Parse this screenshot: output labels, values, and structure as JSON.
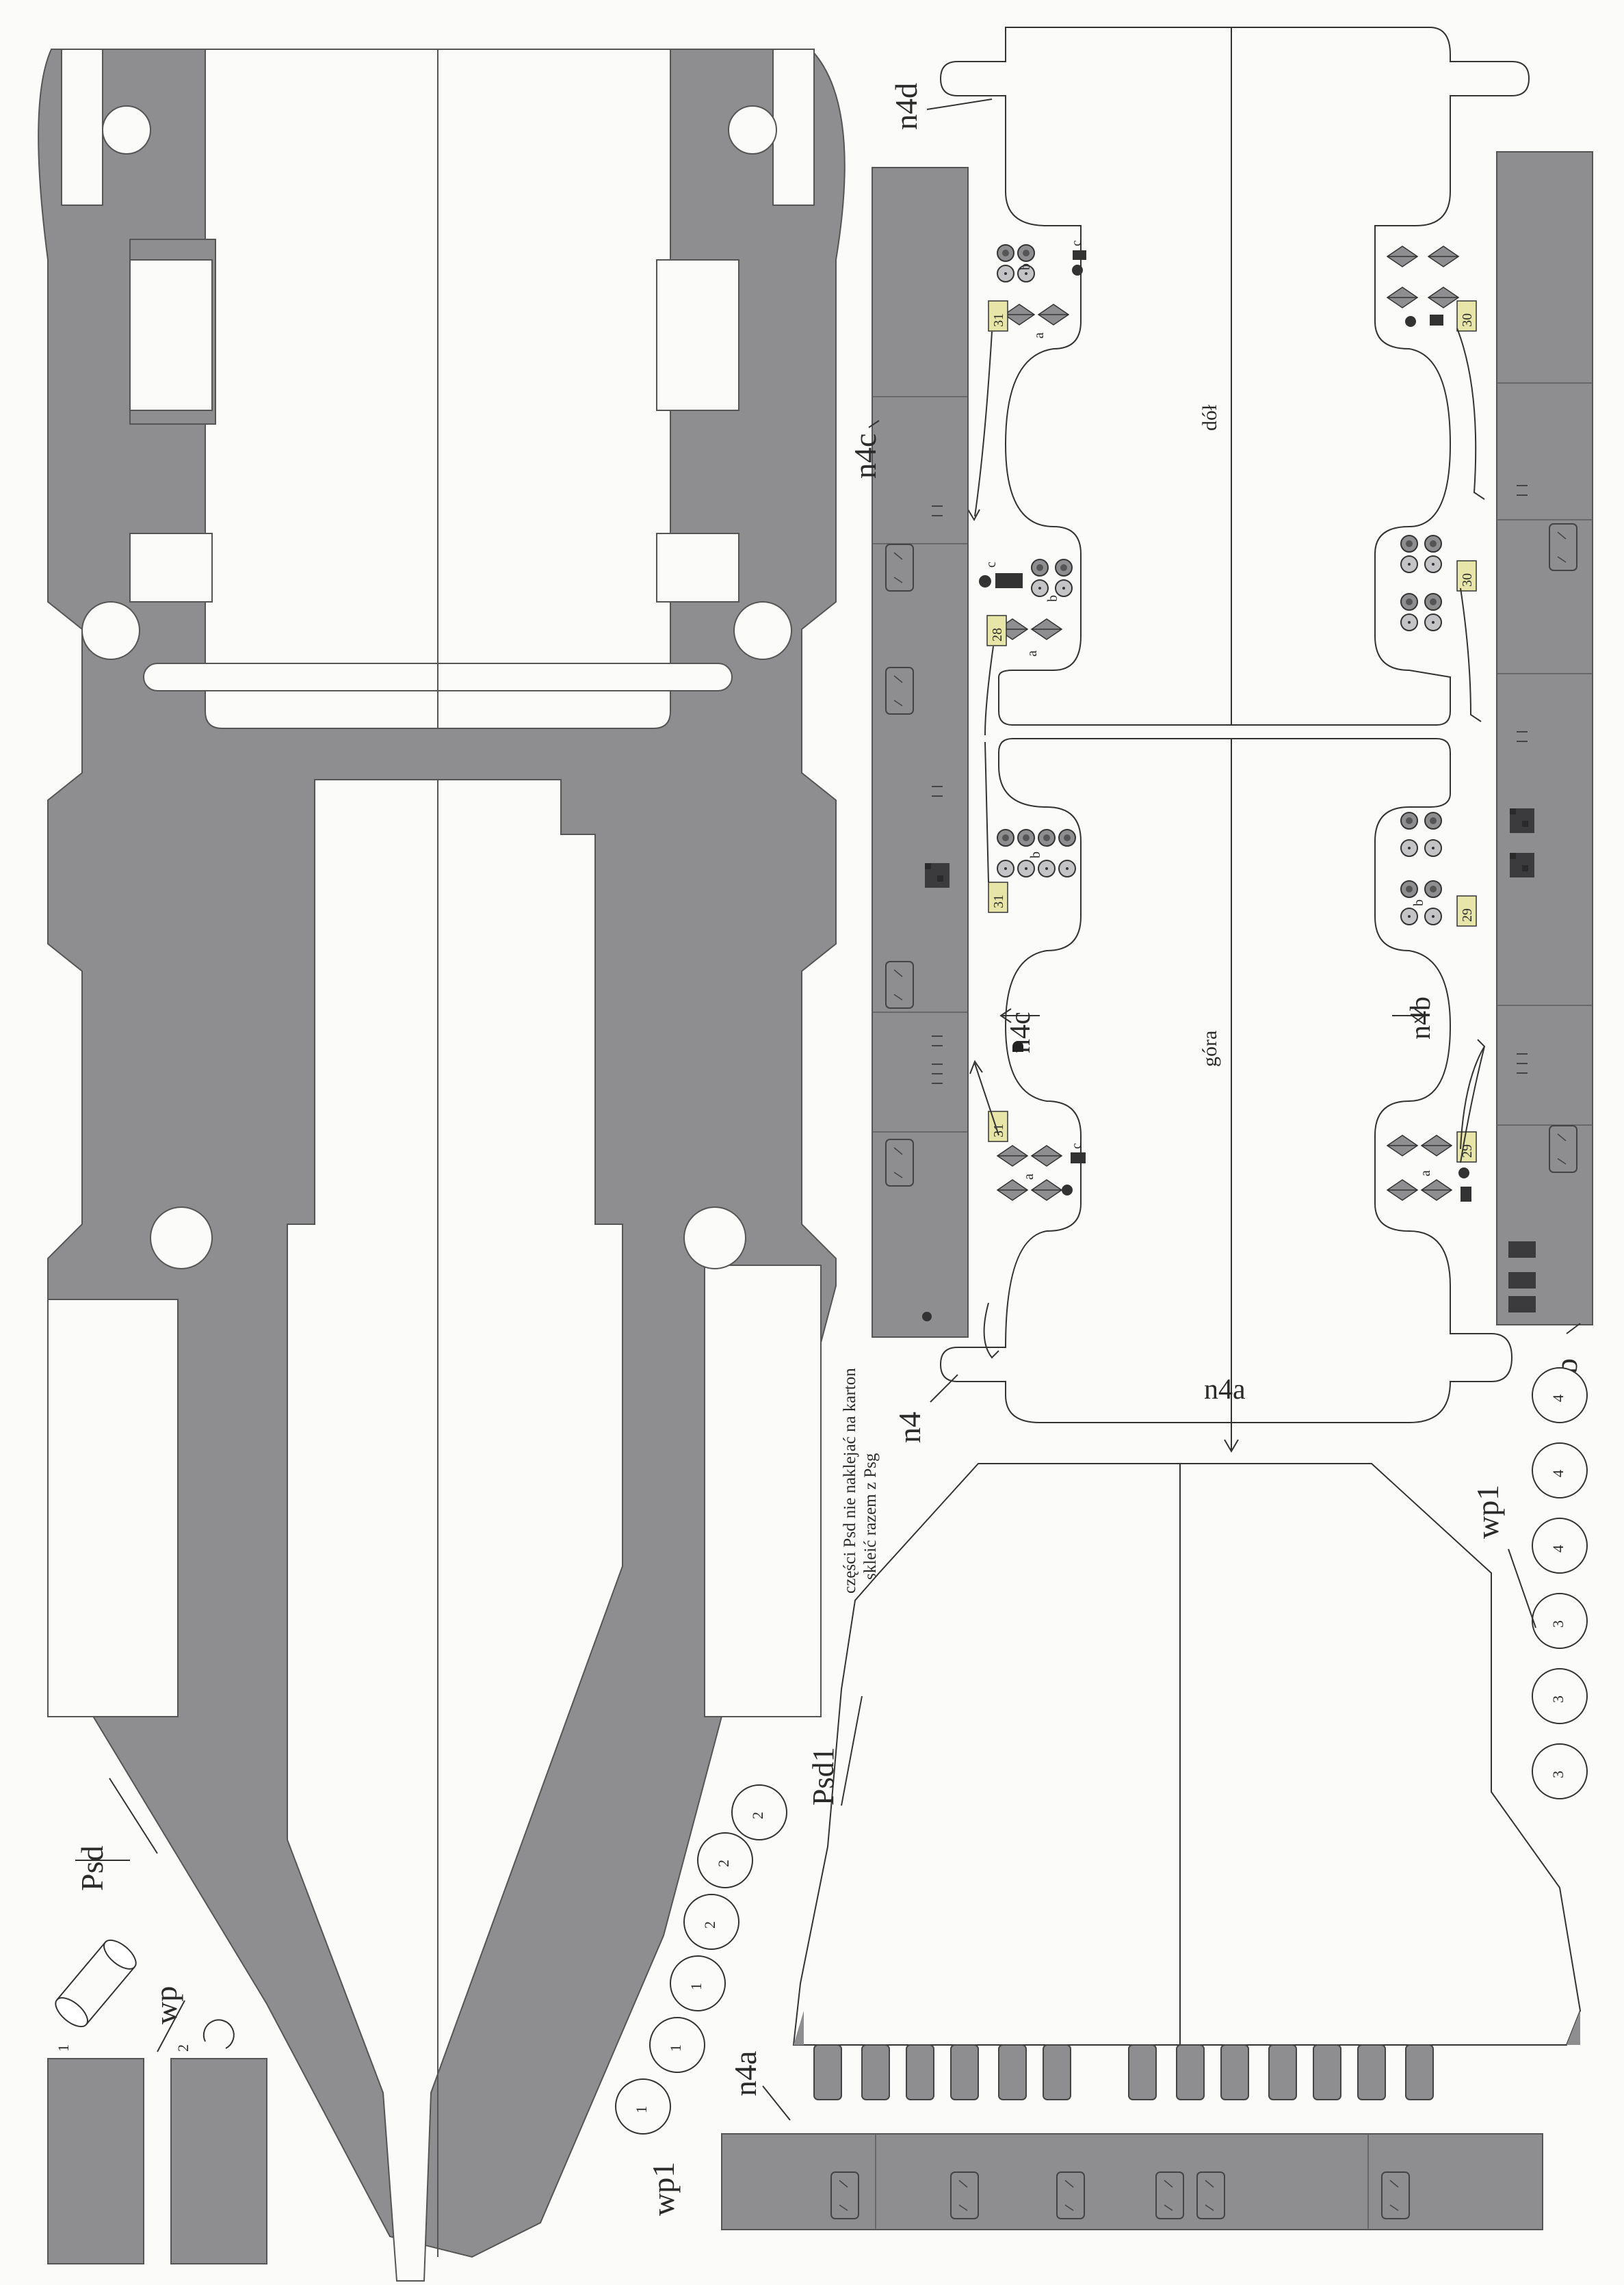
{
  "colors": {
    "paper": "#fbfbfa",
    "part_gray": "#8e8e90",
    "line": "#3a3a3a",
    "label_bg": "#e7e6a8"
  },
  "labels": {
    "psd": "Psd",
    "psd1": "Psd1",
    "wp": "wp",
    "wp1_right": "wp1",
    "wp1_bottom": "wp1",
    "n4": "n4",
    "n4a_top": "n4a",
    "n4a_bottom": "n4a",
    "n4b_side": "n4b",
    "n4b_arrow": "n4b",
    "n4c_side": "n4c",
    "n4c_arrow": "n4c",
    "n4d": "n4d",
    "dol": "dół",
    "gora": "góra",
    "note_line1": "części Psd nie naklejać na karton",
    "note_line2": "skleić razem z Psg",
    "wp_num1": "1",
    "wp_num2": "2"
  },
  "tags": {
    "t31a": "31",
    "t28": "28",
    "t31b": "31",
    "t31c": "31",
    "t30a": "30",
    "t30b": "30",
    "t29a": "29",
    "t29b": "29"
  },
  "letters": {
    "a": "a",
    "b": "b",
    "c": "c"
  },
  "discs": {
    "right": [
      "3",
      "3",
      "3",
      "4",
      "4",
      "4"
    ],
    "bottom": [
      "1",
      "1",
      "1",
      "2",
      "2",
      "2"
    ]
  }
}
